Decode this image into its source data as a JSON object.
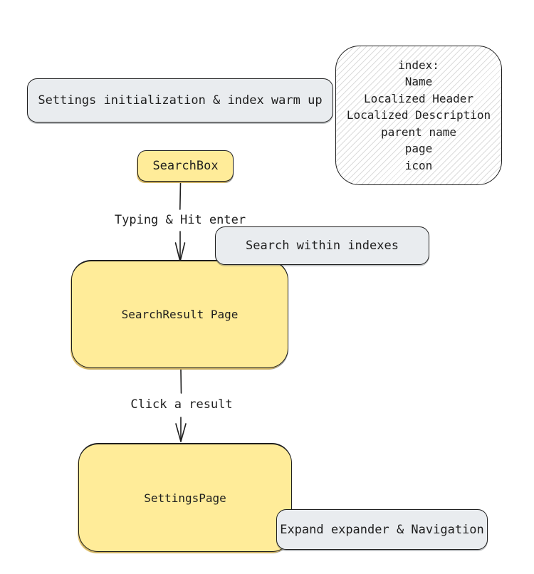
{
  "diagram": {
    "nodes": {
      "settings_init": {
        "label": "Settings initialization & index warm up"
      },
      "index_note": {
        "title": "index:",
        "fields": [
          "Name",
          "Localized Header",
          "Localized Description",
          "parent name",
          "page",
          "icon"
        ]
      },
      "search_box": {
        "label": "SearchBox"
      },
      "search_within": {
        "label": "Search within indexes"
      },
      "search_result": {
        "label": "SearchResult Page"
      },
      "settings_page": {
        "label": "SettingsPage"
      },
      "expand_nav": {
        "label": "Expand expander & Navigation"
      }
    },
    "edges": {
      "typing": {
        "label": "Typing & Hit enter"
      },
      "click": {
        "label": "Click a result"
      }
    },
    "colors": {
      "node_yellow": "#ffec99",
      "node_gray": "#e9ecef",
      "stroke": "#1e1e1e",
      "hatch_line": "#d8d8d8",
      "background": "#ffffff"
    }
  }
}
